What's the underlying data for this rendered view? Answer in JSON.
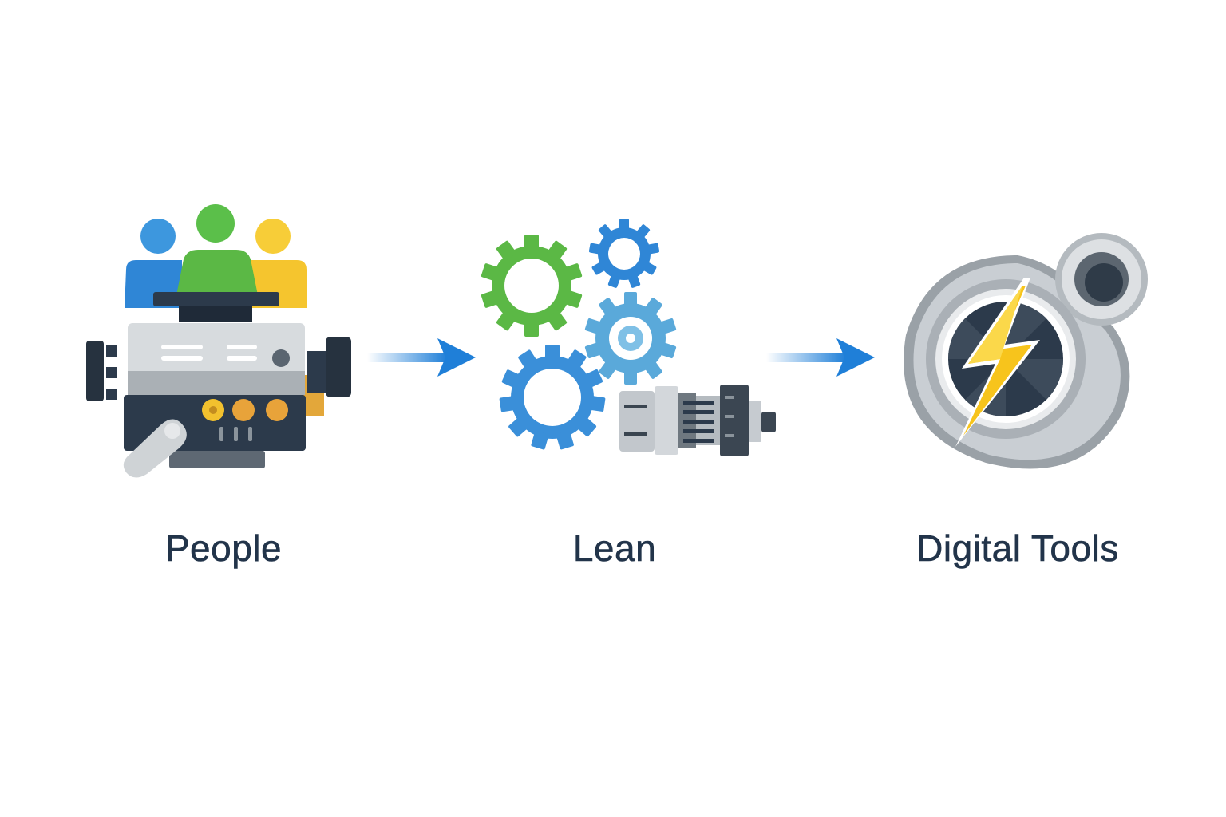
{
  "diagram": {
    "type": "process-flow",
    "direction": "left-to-right",
    "steps": [
      {
        "label": "People",
        "icon": "people-engine-icon"
      },
      {
        "label": "Lean",
        "icon": "gears-transmission-icon"
      },
      {
        "label": "Digital Tools",
        "icon": "turbocharger-lightning-icon"
      }
    ],
    "connectors": [
      {
        "from": "People",
        "to": "Lean",
        "icon": "arrow-right-icon"
      },
      {
        "from": "Lean",
        "to": "Digital Tools",
        "icon": "arrow-right-icon"
      }
    ]
  },
  "colors": {
    "background": "#ffffff",
    "label_text": "#22344a",
    "arrow": "#1f7fd8",
    "blue": "#2f86d6",
    "green": "#5bb845",
    "yellow": "#f5c52e",
    "orange": "#e8a33a",
    "dark": "#2c3a4b",
    "gray": "#c9ced3",
    "bolt": "#f7c41c"
  }
}
